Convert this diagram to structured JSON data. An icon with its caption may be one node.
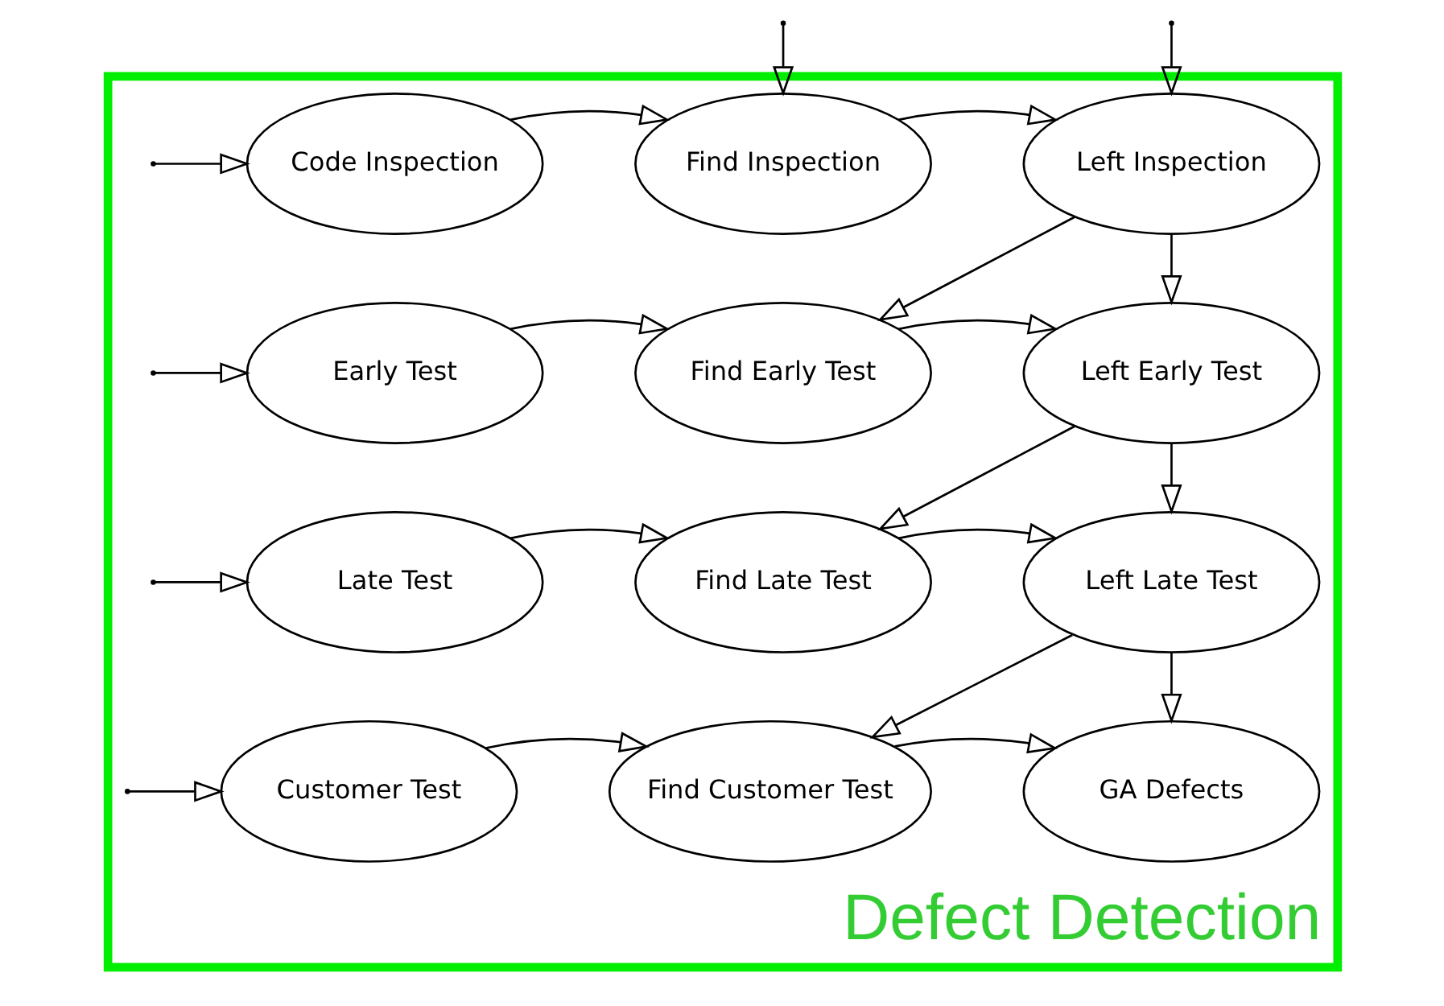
{
  "diagram": {
    "nodes": [
      {
        "text": [
          "Defect Detection"
        ]
      },
      {
        "text": [
          "Code Inspection"
        ],
        "in": 0
      },
      {
        "text": [
          "Find Inspection"
        ],
        "in": 0
      },
      {
        "text": [
          "Left Inspection"
        ],
        "in": 0
      },
      {
        "text": [
          "Early Test"
        ],
        "in": 0
      },
      {
        "text": [
          "Find Early Test"
        ],
        "in": 0
      },
      {
        "text": [
          "Left Early Test"
        ],
        "in": 0
      },
      {
        "text": [
          "Late Test"
        ],
        "in": 0
      },
      {
        "text": [
          "Find Late Test"
        ],
        "in": 0
      },
      {
        "text": [
          "Left Late Test"
        ],
        "in": 0
      },
      {
        "text": [
          "Customer Test"
        ],
        "in": 0
      },
      {
        "text": [
          "Find Customer Test"
        ],
        "in": 0
      },
      {
        "text": [
          "GA Defects"
        ],
        "in": 0
      }
    ],
    "edges": [
      {
        "from": null,
        "to": 2,
        "arrow": "to"
      },
      {
        "from": null,
        "to": 3,
        "arrow": "to"
      },
      {
        "from": null,
        "to": 1,
        "arrow": "to"
      },
      {
        "from": 1,
        "to": 2,
        "arrow": "to"
      },
      {
        "from": 2,
        "to": 3,
        "arrow": "to"
      },
      {
        "from": 3,
        "to": 5,
        "arrow": "to"
      },
      {
        "from": 3,
        "to": 6,
        "arrow": "to"
      },
      {
        "from": null,
        "to": 4,
        "arrow": "to"
      },
      {
        "from": 4,
        "to": 5,
        "arrow": "to"
      },
      {
        "from": 5,
        "to": 6,
        "arrow": "to"
      },
      {
        "from": 6,
        "to": 8,
        "arrow": "to"
      },
      {
        "from": 6,
        "to": 9,
        "arrow": "to"
      },
      {
        "from": null,
        "to": 7,
        "arrow": "to"
      },
      {
        "from": 7,
        "to": 8,
        "arrow": "to"
      },
      {
        "from": 8,
        "to": 9,
        "arrow": "to"
      },
      {
        "from": 9,
        "to": 11,
        "arrow": "to"
      },
      {
        "from": 9,
        "to": 12,
        "arrow": "to"
      },
      {
        "from": null,
        "to": 10,
        "arrow": "to"
      },
      {
        "from": 10,
        "to": 11,
        "arrow": "to"
      },
      {
        "from": 11,
        "to": 12,
        "arrow": "to"
      }
    ]
  }
}
